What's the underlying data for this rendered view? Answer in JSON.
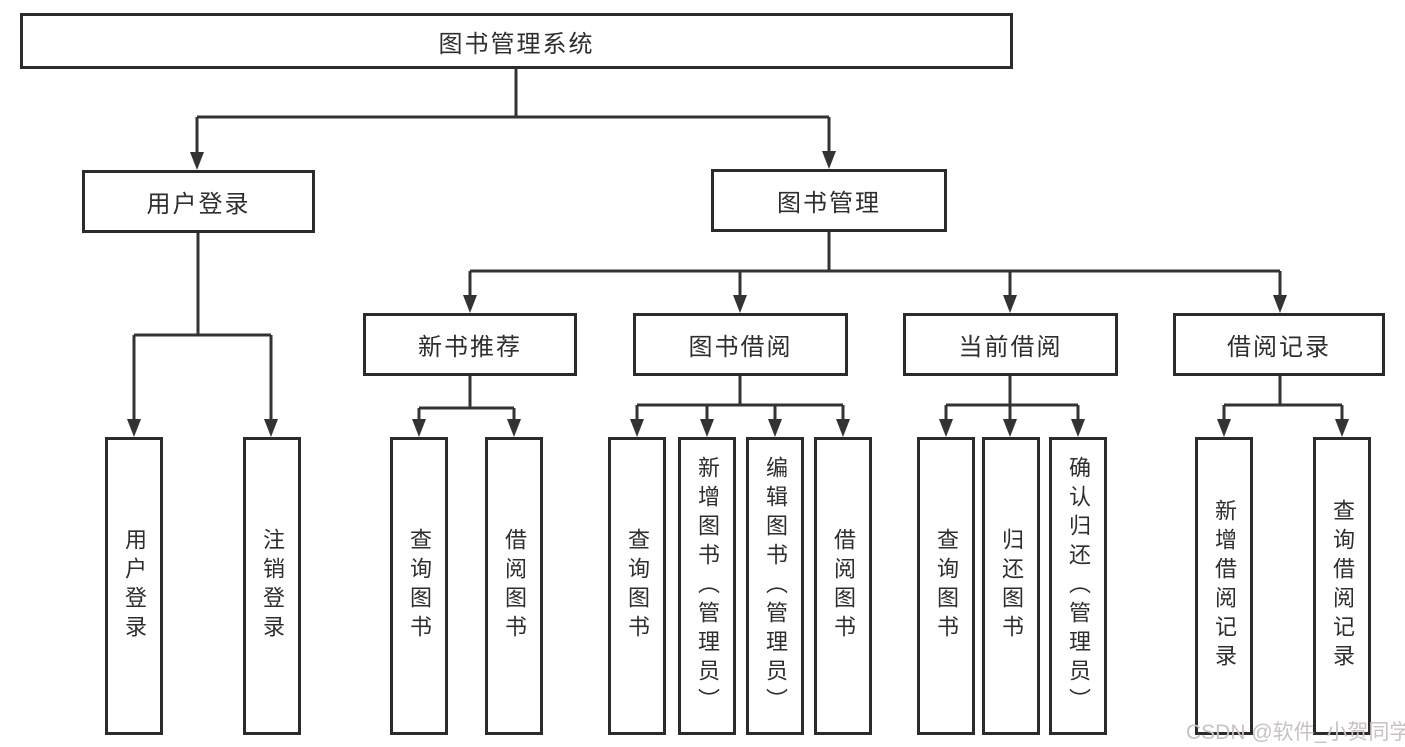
{
  "diagram": {
    "title": "图书管理系统",
    "branches": [
      {
        "label": "用户登录",
        "children": [
          {
            "label": "用户登录"
          },
          {
            "label": "注销登录"
          }
        ]
      },
      {
        "label": "图书管理",
        "children": [
          {
            "label": "新书推荐",
            "children": [
              {
                "label": "查询图书"
              },
              {
                "label": "借阅图书"
              }
            ]
          },
          {
            "label": "图书借阅",
            "children": [
              {
                "label": "查询图书"
              },
              {
                "label": "新增图书（管理员）"
              },
              {
                "label": "编辑图书（管理员）"
              },
              {
                "label": "借阅图书"
              }
            ]
          },
          {
            "label": "当前借阅",
            "children": [
              {
                "label": "查询图书"
              },
              {
                "label": "归还图书"
              },
              {
                "label": "确认归还（管理员）"
              }
            ]
          },
          {
            "label": "借阅记录",
            "children": [
              {
                "label": "新增借阅记录"
              },
              {
                "label": "查询借阅记录"
              }
            ]
          }
        ]
      }
    ]
  },
  "watermark": {
    "text": "CSDN @软件_小贺同学"
  },
  "colors": {
    "background": "#ffffff",
    "line": "#333333",
    "box_border": "#2b2b2b",
    "text": "#2e2e2e",
    "watermark_text": "#c9c2c2"
  }
}
